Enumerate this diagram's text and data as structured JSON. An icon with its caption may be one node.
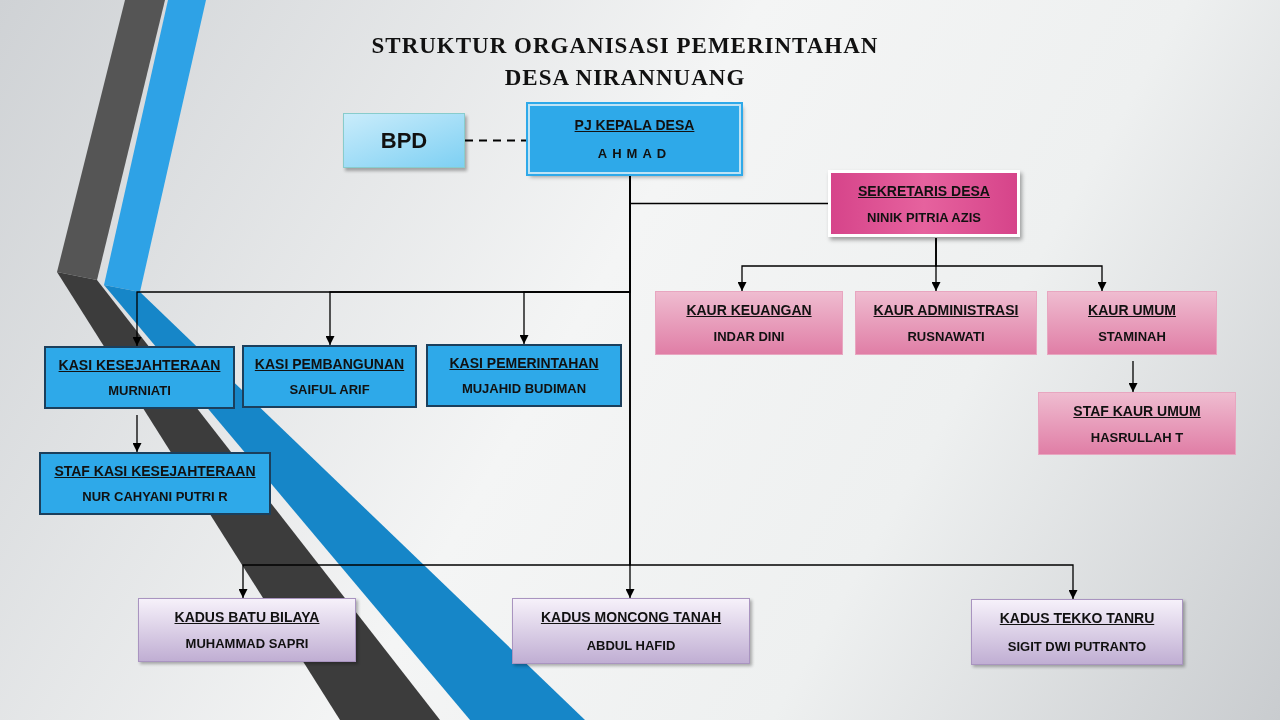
{
  "diagram": {
    "title": "STRUKTUR ORGANISASI PEMERINTAHAN DESA NIRANNUANG",
    "nodes": [
      {
        "text": [
          "BPD"
        ]
      },
      {
        "text": [
          "PJ KEPALA DESA",
          "AHMAD"
        ]
      },
      {
        "text": [
          "SEKRETARIS DESA",
          "NINIK PITRIA AZIS"
        ]
      },
      {
        "text": [
          "KAUR KEUANGAN",
          "INDAR DINI"
        ]
      },
      {
        "text": [
          "KAUR ADMINISTRASI",
          "RUSNAWATI"
        ]
      },
      {
        "text": [
          "KAUR UMUM",
          "STAMINAH"
        ]
      },
      {
        "text": [
          "STAF KAUR UMUM",
          "HASRULLAH T"
        ]
      },
      {
        "text": [
          "KASI KESEJAHTERAAN",
          "MURNIATI"
        ]
      },
      {
        "text": [
          "KASI PEMBANGUNAN",
          "SAIFUL ARIF"
        ]
      },
      {
        "text": [
          "KASI PEMERINTAHAN",
          "MUJAHID BUDIMAN"
        ]
      },
      {
        "text": [
          "STAF KASI KESEJAHTERAAN",
          "NUR CAHYANI PUTRI R"
        ]
      },
      {
        "text": [
          "KADUS BATU BILAYA",
          "MUHAMMAD SAPRI"
        ]
      },
      {
        "text": [
          "KADUS MONCONG TANAH",
          "ABDUL HAFID"
        ]
      },
      {
        "text": [
          "KADUS TEKKO TANRU",
          "SIGIT DWI PUTRANTO"
        ]
      }
    ],
    "edges": [
      {
        "from": 0,
        "to": 1,
        "arrow": "none",
        "style": "dashed"
      },
      {
        "from": 1,
        "to": 2,
        "arrow": "none"
      },
      {
        "from": 2,
        "to": 3,
        "arrow": "to"
      },
      {
        "from": 2,
        "to": 4,
        "arrow": "to"
      },
      {
        "from": 2,
        "to": 5,
        "arrow": "to"
      },
      {
        "from": 5,
        "to": 6,
        "arrow": "to"
      },
      {
        "from": 1,
        "to": 7,
        "arrow": "to"
      },
      {
        "from": 1,
        "to": 8,
        "arrow": "to"
      },
      {
        "from": 1,
        "to": 9,
        "arrow": "to"
      },
      {
        "from": 7,
        "to": 10,
        "arrow": "to"
      },
      {
        "from": 1,
        "to": 11,
        "arrow": "to"
      },
      {
        "from": 1,
        "to": 12,
        "arrow": "to"
      },
      {
        "from": 1,
        "to": 13,
        "arrow": "to"
      }
    ]
  }
}
